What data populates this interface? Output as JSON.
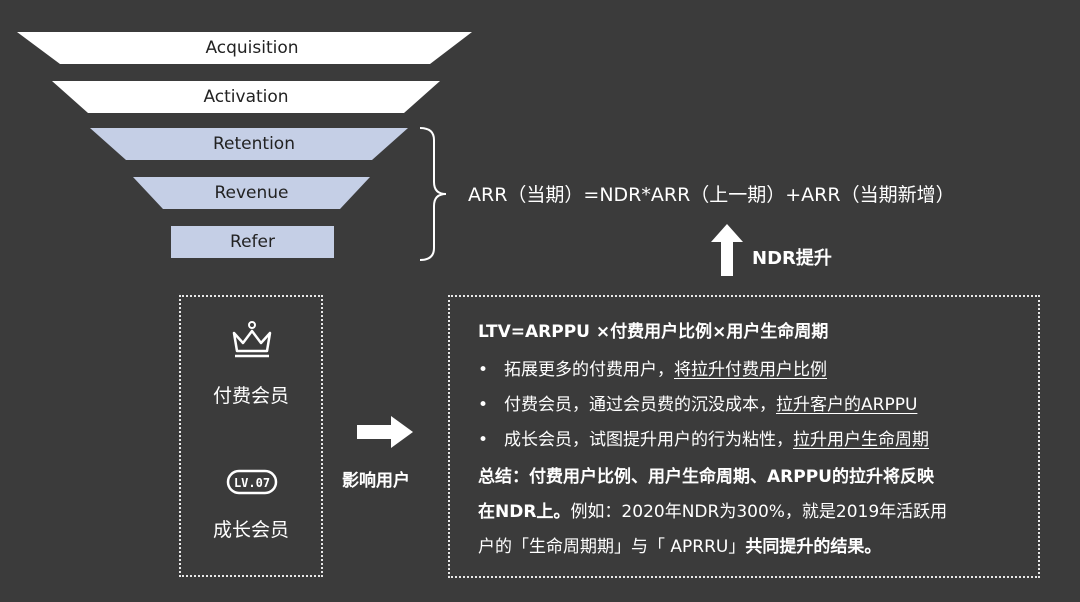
{
  "funnel": {
    "stages": [
      "Acquisition",
      "Activation",
      "Retention",
      "Revenue",
      "Refer"
    ],
    "colors": {
      "white": "#ffffff",
      "blue": "#c5cfe6",
      "border": "#3b3b3b"
    }
  },
  "formula": "ARR（当期）=NDR*ARR（上一期）+ARR（当期新增）",
  "ndr_label": "NDR提升",
  "left_box": {
    "paid_member": "付费会员",
    "growth_member": "成长会员",
    "level_badge": "LV.07"
  },
  "impact_label": "影响用户",
  "right_box": {
    "title": "LTV=ARPPU ×付费用户比例×用户生命周期",
    "bullets": [
      {
        "dot": "•",
        "text": "拓展更多的付费用户，",
        "underlined": "将拉升付费用户比例"
      },
      {
        "dot": "•",
        "text": "付费会员，通过会员费的沉没成本，",
        "underlined": "拉升客户的ARPPU"
      },
      {
        "dot": "•",
        "text": "成长会员，试图提升用户的行为粘性，",
        "underlined": "拉升用户生命周期"
      }
    ],
    "summary_line1": "总结：付费用户比例、用户生命周期、ARPPU的拉升将反映",
    "summary_line2_bold": "在NDR上。",
    "summary_line2_rest": "例如：2020年NDR为300%，就是2019年活跃用",
    "summary_line3_a": "户的「生命周期期」与「 APRRU」",
    "summary_line3_b": "共同提升的结果。"
  }
}
